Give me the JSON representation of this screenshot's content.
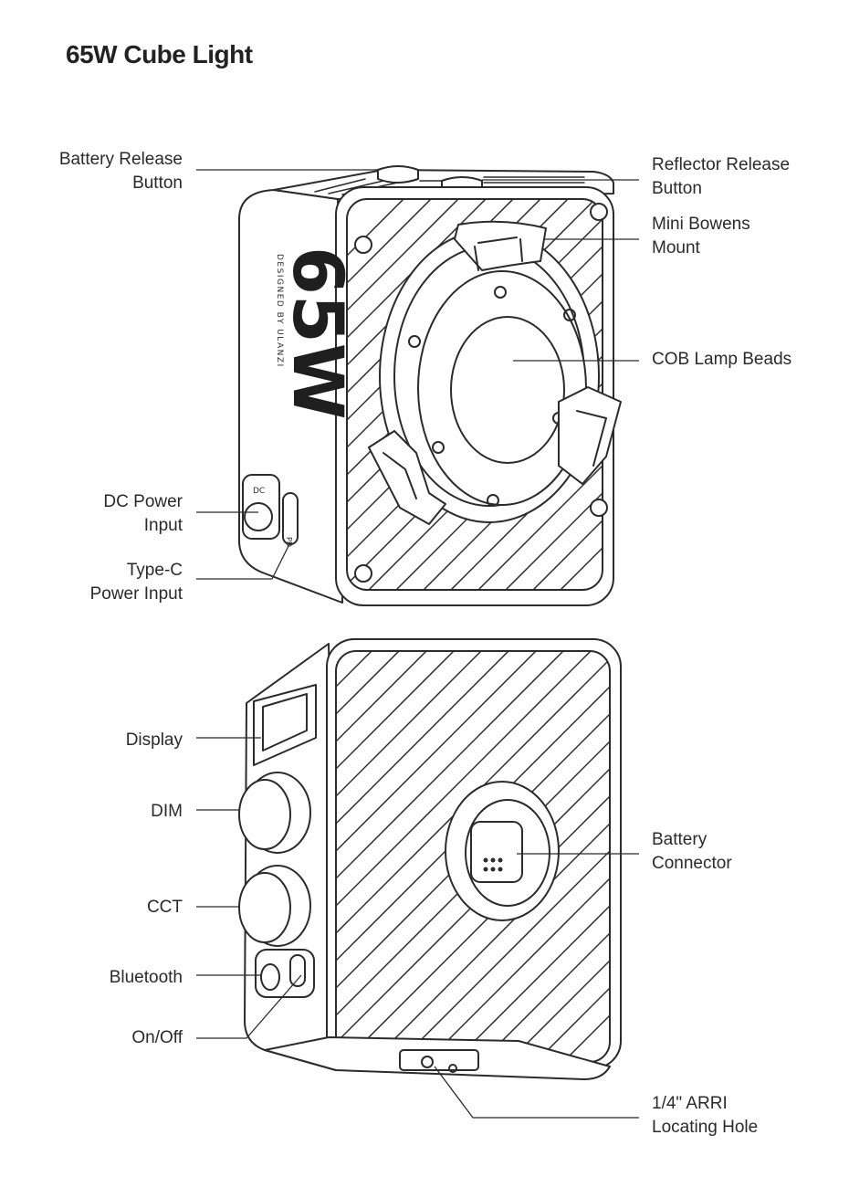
{
  "title": "65W Cube Light",
  "device_front": {
    "brand_text": "65W",
    "designed_by": "DESIGNED BY ULANZI",
    "dc_port_label": "DC",
    "typec_port_label": "PD"
  },
  "callouts_top": [
    {
      "id": "battery-release-button",
      "text": "Battery Release\nButton",
      "side": "left"
    },
    {
      "id": "dc-power-input",
      "text": "DC Power\nInput",
      "side": "left"
    },
    {
      "id": "type-c-power-input",
      "text": "Type-C\nPower Input",
      "side": "left"
    },
    {
      "id": "reflector-release-button",
      "text": "Reflector Release\nButton",
      "side": "right"
    },
    {
      "id": "mini-bowens-mount",
      "text": "Mini Bowens\nMount",
      "side": "right"
    },
    {
      "id": "cob-lamp-beads",
      "text": "COB Lamp Beads",
      "side": "right"
    }
  ],
  "callouts_bottom": [
    {
      "id": "display",
      "text": "Display",
      "side": "left"
    },
    {
      "id": "dim",
      "text": "DIM",
      "side": "left"
    },
    {
      "id": "cct",
      "text": "CCT",
      "side": "left"
    },
    {
      "id": "bluetooth",
      "text": "Bluetooth",
      "side": "left"
    },
    {
      "id": "on-off",
      "text": "On/Off",
      "side": "left"
    },
    {
      "id": "battery-connector",
      "text": "Battery\nConnector",
      "side": "right"
    },
    {
      "id": "arri-locating-hole",
      "text": "1/4\" ARRI\nLocating Hole",
      "side": "right"
    }
  ]
}
